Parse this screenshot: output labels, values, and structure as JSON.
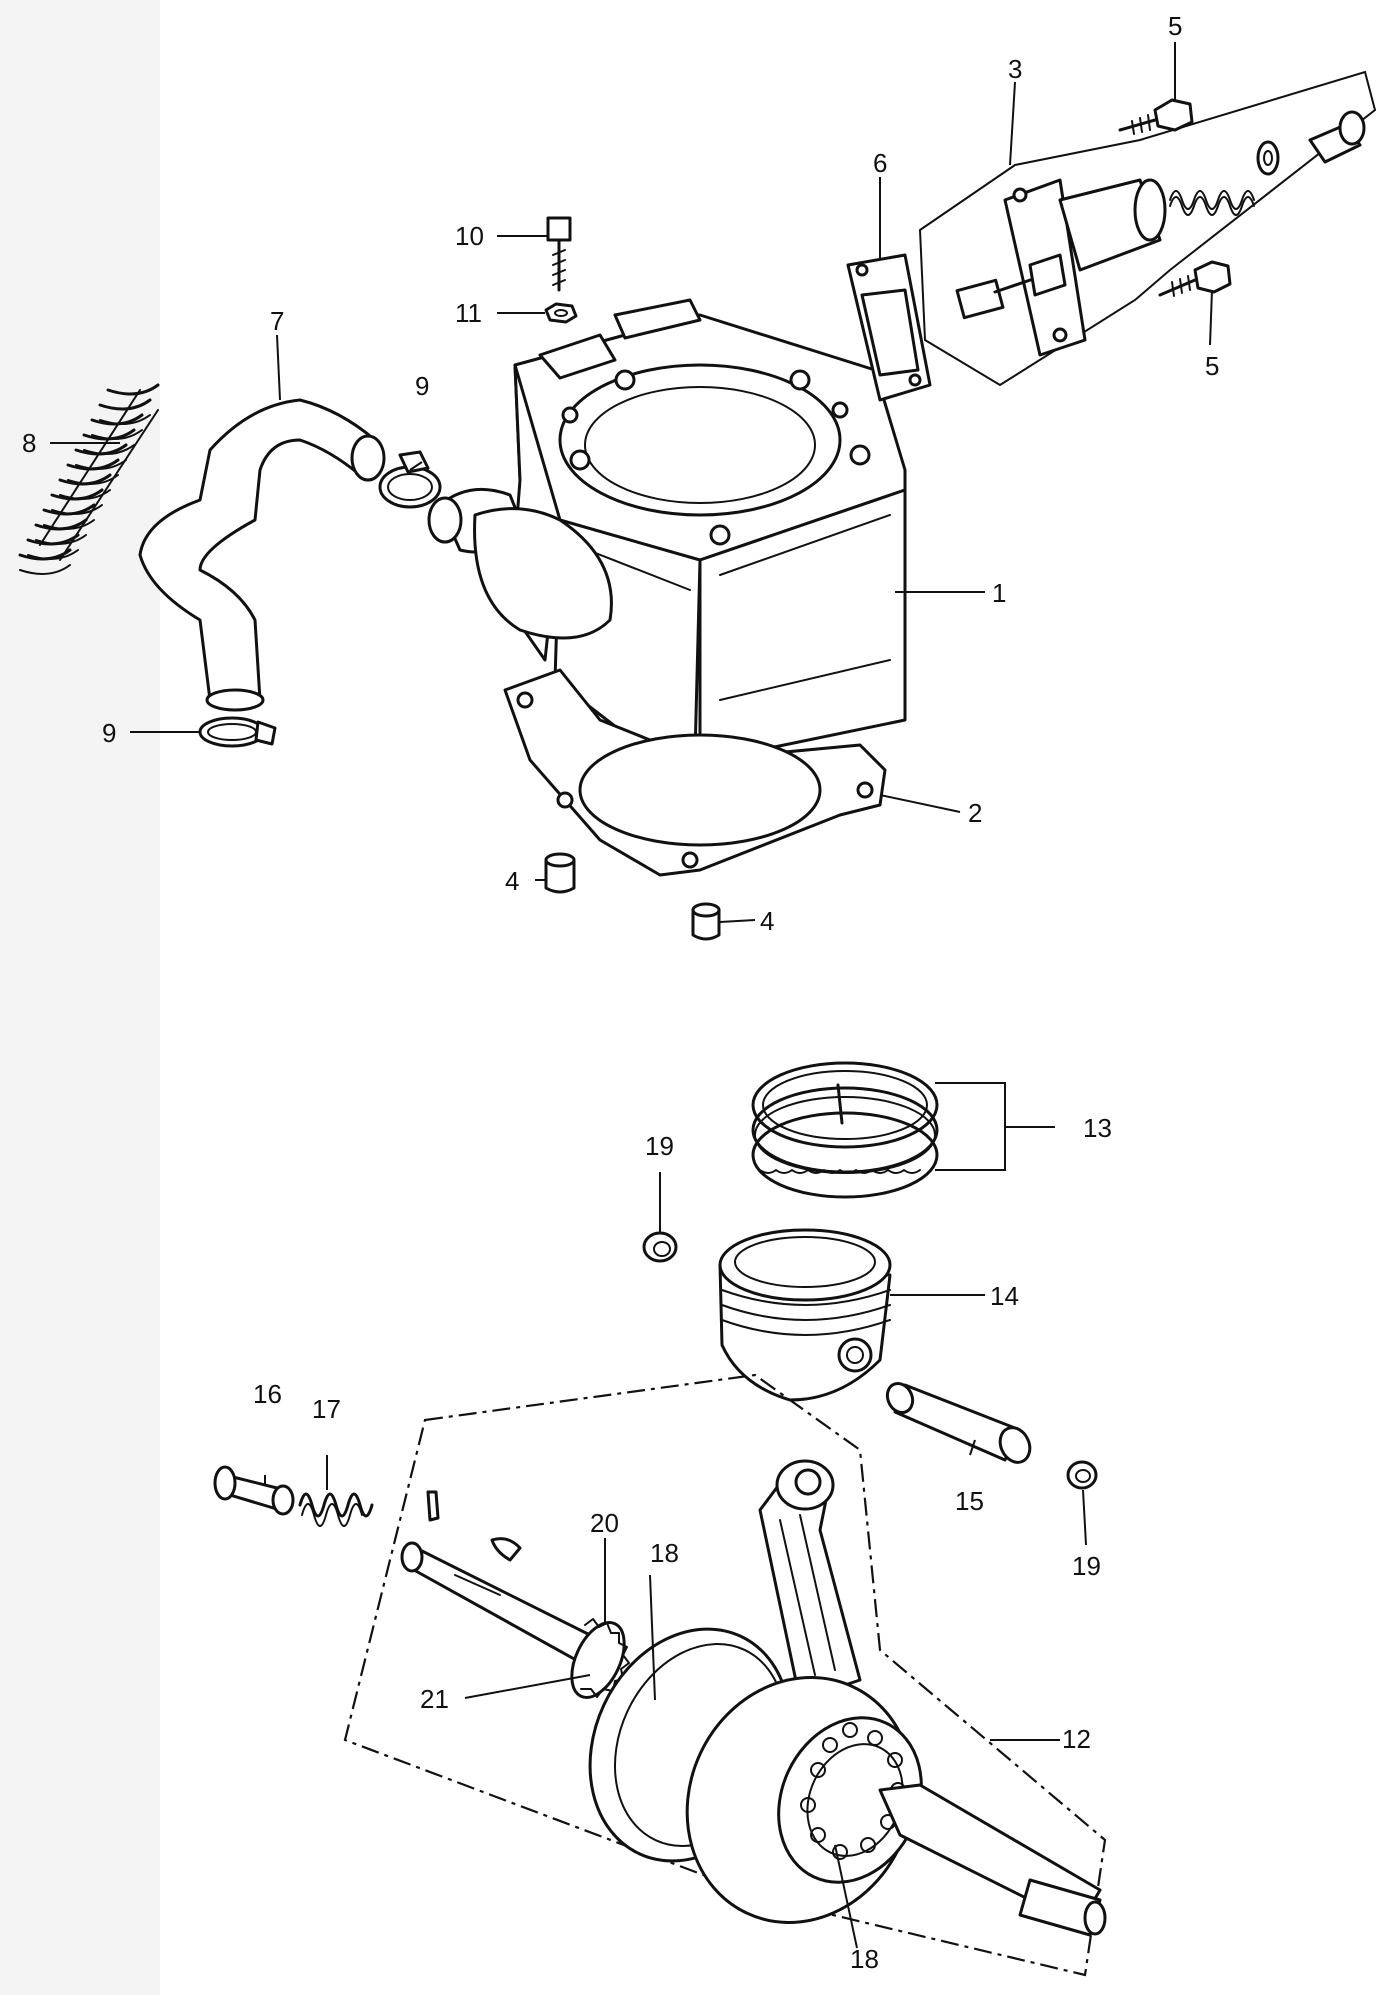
{
  "diagram": {
    "colors": {
      "ink": "#111111",
      "background": "#ffffff"
    },
    "callouts": [
      {
        "id": "c1",
        "label": "1"
      },
      {
        "id": "c2",
        "label": "2"
      },
      {
        "id": "c3",
        "label": "3"
      },
      {
        "id": "c4a",
        "label": "4"
      },
      {
        "id": "c4b",
        "label": "4"
      },
      {
        "id": "c5a",
        "label": "5"
      },
      {
        "id": "c5b",
        "label": "5"
      },
      {
        "id": "c6",
        "label": "6"
      },
      {
        "id": "c7",
        "label": "7"
      },
      {
        "id": "c8",
        "label": "8"
      },
      {
        "id": "c9a",
        "label": "9"
      },
      {
        "id": "c9b",
        "label": "9"
      },
      {
        "id": "c10",
        "label": "10"
      },
      {
        "id": "c11",
        "label": "11"
      },
      {
        "id": "c12",
        "label": "12"
      },
      {
        "id": "c13",
        "label": "13"
      },
      {
        "id": "c14",
        "label": "14"
      },
      {
        "id": "c15",
        "label": "15"
      },
      {
        "id": "c16",
        "label": "16"
      },
      {
        "id": "c17",
        "label": "17"
      },
      {
        "id": "c18a",
        "label": "18"
      },
      {
        "id": "c18b",
        "label": "18"
      },
      {
        "id": "c19a",
        "label": "19"
      },
      {
        "id": "c19b",
        "label": "19"
      },
      {
        "id": "c20",
        "label": "20"
      },
      {
        "id": "c21",
        "label": "21"
      }
    ]
  }
}
